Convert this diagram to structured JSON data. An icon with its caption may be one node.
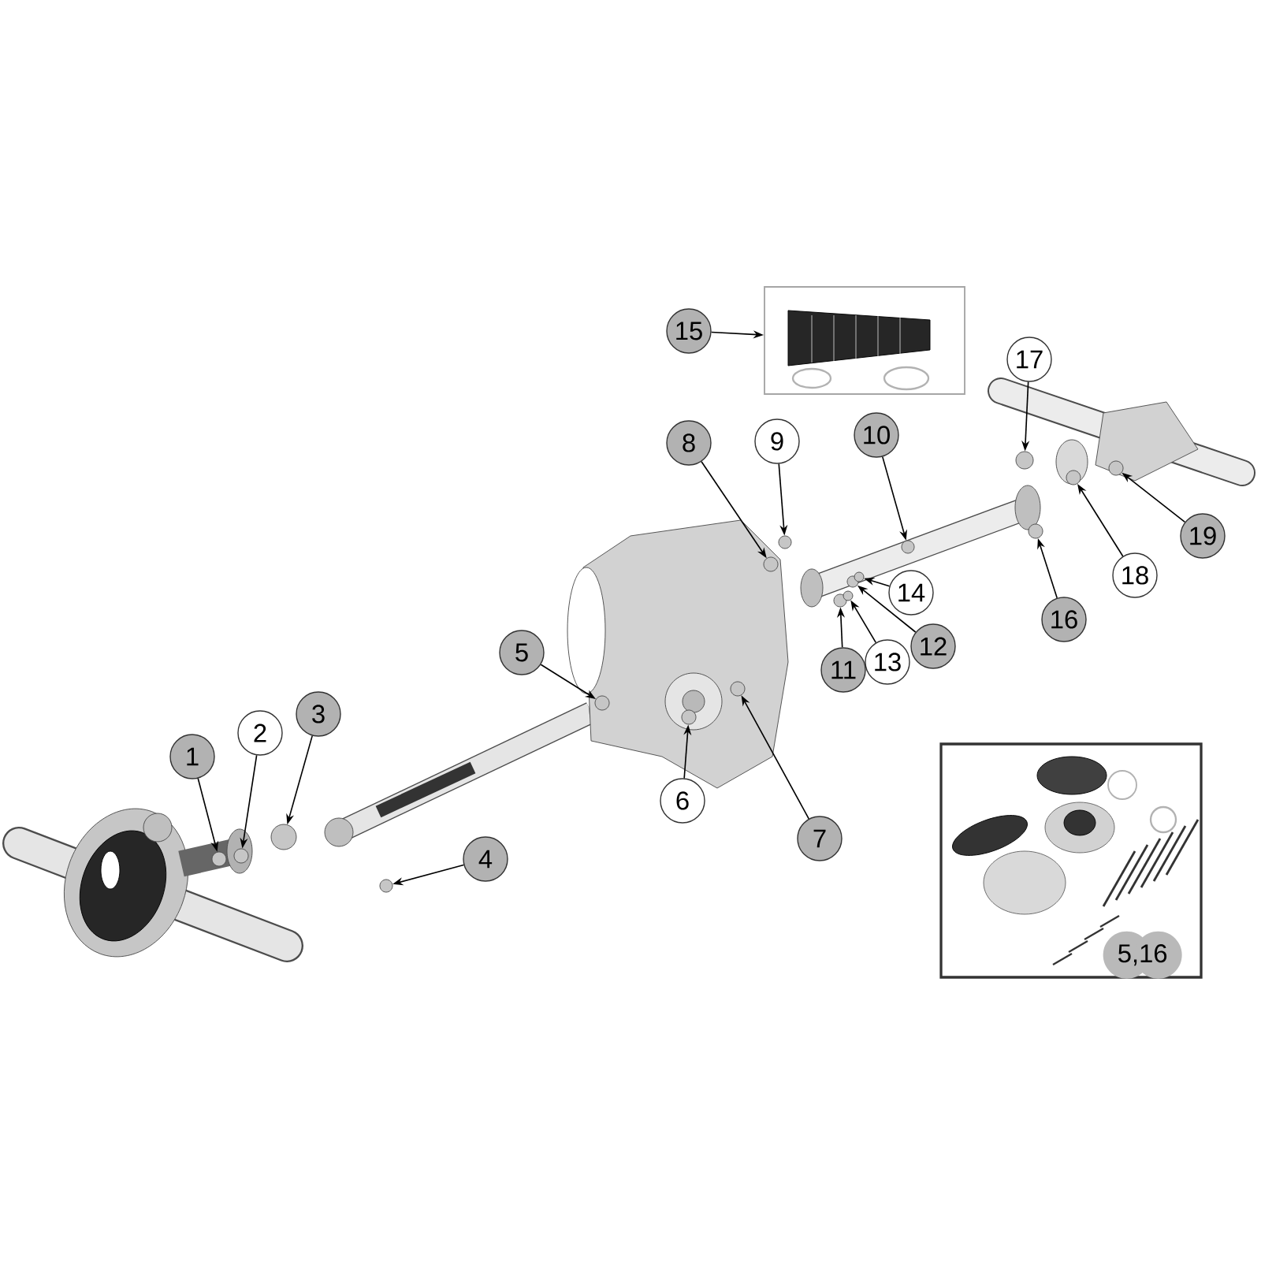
{
  "diagram": {
    "nodes": [
      {
        "text": [
          "1"
        ]
      },
      {
        "text": [
          "2"
        ]
      },
      {
        "text": [
          "3"
        ]
      },
      {
        "text": [
          "4"
        ]
      },
      {
        "text": [
          "5"
        ]
      },
      {
        "text": [
          "6"
        ]
      },
      {
        "text": [
          "7"
        ]
      },
      {
        "text": [
          "8"
        ]
      },
      {
        "text": [
          "9"
        ]
      },
      {
        "text": [
          "10"
        ]
      },
      {
        "text": [
          "11"
        ]
      },
      {
        "text": [
          "12"
        ]
      },
      {
        "text": [
          "13"
        ]
      },
      {
        "text": [
          "14"
        ]
      },
      {
        "text": [
          "15"
        ]
      },
      {
        "text": [
          "16"
        ]
      },
      {
        "text": [
          "17"
        ]
      },
      {
        "text": [
          "18"
        ]
      },
      {
        "text": [
          "19"
        ]
      },
      {
        "text": [],
        "shape": "picture"
      },
      {
        "text": [],
        "shape": "picture"
      },
      {
        "text": [
          "5,16"
        ],
        "in": 20
      },
      {
        "text": [],
        "shape": "circle"
      },
      {
        "text": [],
        "shape": "circle"
      },
      {
        "text": [],
        "shape": "circle"
      },
      {
        "text": [],
        "shape": "circle"
      },
      {
        "text": [],
        "shape": "circle"
      },
      {
        "text": [],
        "shape": "circle"
      },
      {
        "text": [],
        "shape": "circle"
      },
      {
        "text": [],
        "shape": "circle"
      },
      {
        "text": [],
        "shape": "circle"
      },
      {
        "text": [],
        "shape": "circle"
      },
      {
        "text": [],
        "shape": "circle"
      },
      {
        "text": [],
        "shape": "circle"
      },
      {
        "text": [],
        "shape": "circle"
      },
      {
        "text": [],
        "shape": "circle"
      },
      {
        "text": [],
        "shape": "circle"
      },
      {
        "text": [],
        "shape": "circle"
      },
      {
        "text": [],
        "shape": "circle"
      },
      {
        "text": [],
        "shape": "circle"
      }
    ],
    "edges": [
      {
        "from": 0,
        "to": 22,
        "arrow": "to"
      },
      {
        "from": 1,
        "to": 23,
        "arrow": "to"
      },
      {
        "from": 2,
        "to": 24,
        "arrow": "to"
      },
      {
        "from": 3,
        "to": 25,
        "arrow": "to"
      },
      {
        "from": 4,
        "to": 26,
        "arrow": "to"
      },
      {
        "from": 5,
        "to": 27,
        "arrow": "to"
      },
      {
        "from": 6,
        "to": 28,
        "arrow": "to"
      },
      {
        "from": 7,
        "to": 29,
        "arrow": "to"
      },
      {
        "from": 8,
        "to": 30,
        "arrow": "to"
      },
      {
        "from": 9,
        "to": 31,
        "arrow": "to"
      },
      {
        "from": 10,
        "to": 32,
        "arrow": "to"
      },
      {
        "from": 11,
        "to": 33,
        "arrow": "to"
      },
      {
        "from": 12,
        "to": 34,
        "arrow": "to"
      },
      {
        "from": 13,
        "to": 35,
        "arrow": "to"
      },
      {
        "from": 14,
        "to": 19,
        "arrow": "to"
      },
      {
        "from": 15,
        "to": 36,
        "arrow": "to"
      },
      {
        "from": 16,
        "to": 37,
        "arrow": "to"
      },
      {
        "from": 17,
        "to": 38,
        "arrow": "to"
      },
      {
        "from": 18,
        "to": 39,
        "arrow": "to"
      }
    ]
  }
}
